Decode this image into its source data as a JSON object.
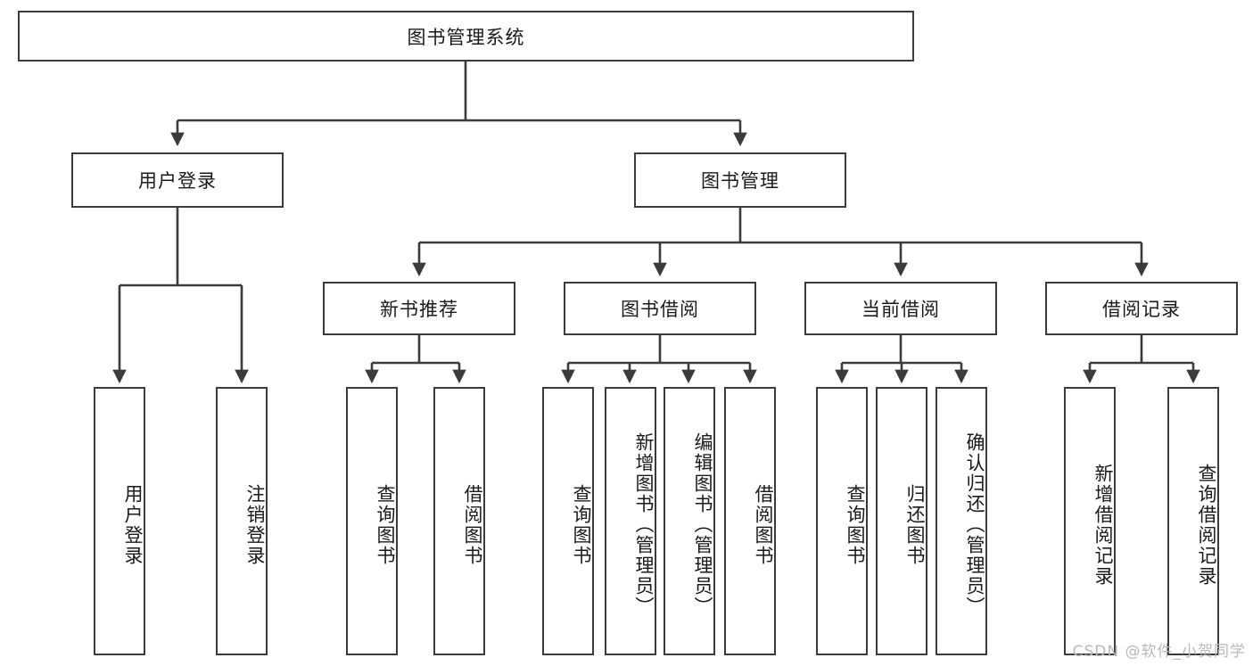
{
  "diagram": {
    "title": "图书管理系统",
    "type": "hierarchy-tree",
    "watermark": "CSDN @软件_小贺同学",
    "colors": {
      "stroke": "#3b3b3b",
      "fill": "#ffffff",
      "text": "#1a1a1a",
      "watermark": "#b9b9b9"
    },
    "nodes": {
      "root": {
        "label": "图书管理系统",
        "level": 0,
        "orientation": "horizontal"
      },
      "l1": [
        {
          "id": "user-login",
          "label": "用户登录",
          "orientation": "horizontal"
        },
        {
          "id": "book-manage",
          "label": "图书管理",
          "orientation": "horizontal"
        }
      ],
      "l2": [
        {
          "id": "new-book-rec",
          "label": "新书推荐",
          "parent": "book-manage",
          "orientation": "horizontal"
        },
        {
          "id": "book-borrow",
          "label": "图书借阅",
          "parent": "book-manage",
          "orientation": "horizontal"
        },
        {
          "id": "current-borrow",
          "label": "当前借阅",
          "parent": "book-manage",
          "orientation": "horizontal"
        },
        {
          "id": "borrow-record",
          "label": "借阅记录",
          "parent": "book-manage",
          "orientation": "horizontal"
        }
      ],
      "leaves": [
        {
          "id": "leaf-user-login",
          "label": "用户登录",
          "parent": "user-login",
          "orientation": "vertical"
        },
        {
          "id": "leaf-logout-login",
          "label": "注销登录",
          "parent": "user-login",
          "orientation": "vertical"
        },
        {
          "id": "leaf-query-book-1",
          "label": "查询图书",
          "parent": "new-book-rec",
          "orientation": "vertical"
        },
        {
          "id": "leaf-borrow-book-1",
          "label": "借阅图书",
          "parent": "new-book-rec",
          "orientation": "vertical"
        },
        {
          "id": "leaf-query-book-2",
          "label": "查询图书",
          "parent": "book-borrow",
          "orientation": "vertical"
        },
        {
          "id": "leaf-add-book",
          "label": "新增图书（管理员）",
          "parent": "book-borrow",
          "orientation": "vertical"
        },
        {
          "id": "leaf-edit-book",
          "label": "编辑图书（管理员）",
          "parent": "book-borrow",
          "orientation": "vertical"
        },
        {
          "id": "leaf-borrow-book-2",
          "label": "借阅图书",
          "parent": "book-borrow",
          "orientation": "vertical"
        },
        {
          "id": "leaf-query-book-3",
          "label": "查询图书",
          "parent": "current-borrow",
          "orientation": "vertical"
        },
        {
          "id": "leaf-return-book",
          "label": "归还图书",
          "parent": "current-borrow",
          "orientation": "vertical"
        },
        {
          "id": "leaf-confirm-return",
          "label": "确认归还（管理员）",
          "parent": "current-borrow",
          "orientation": "vertical"
        },
        {
          "id": "leaf-add-record",
          "label": "新增借阅记录",
          "parent": "borrow-record",
          "orientation": "vertical"
        },
        {
          "id": "leaf-query-record",
          "label": "查询借阅记录",
          "parent": "borrow-record",
          "orientation": "vertical"
        }
      ]
    }
  }
}
